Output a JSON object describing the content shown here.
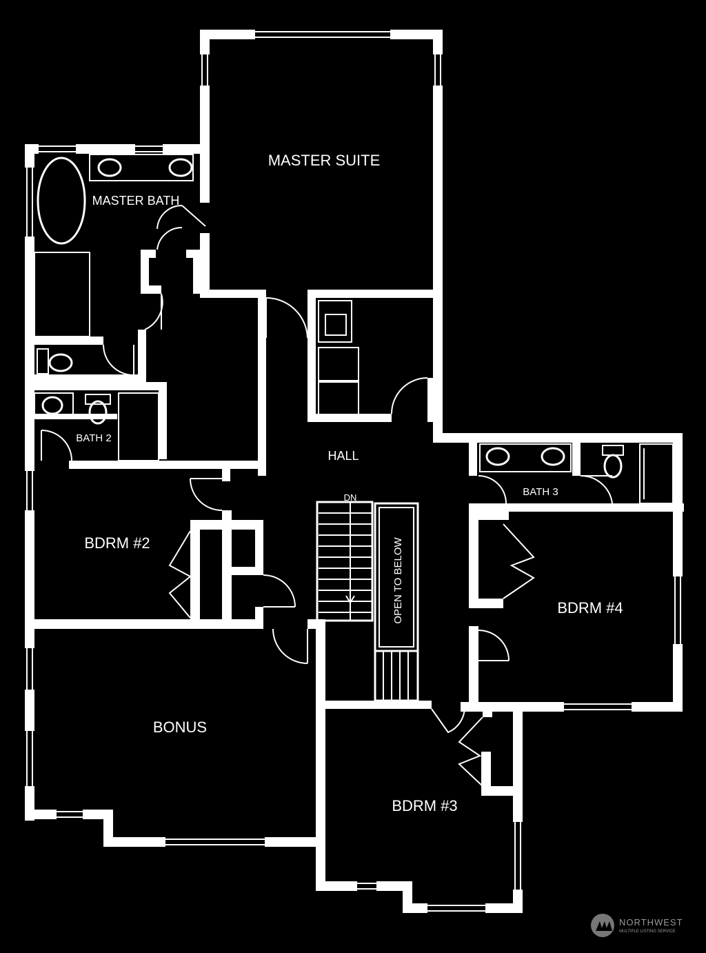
{
  "rooms": {
    "master_suite": "MASTER SUITE",
    "master_bath": "MASTER BATH",
    "bath_2": "BATH 2",
    "hall": "HALL",
    "stair_dn": "DN",
    "open_to_below": "OPEN TO BELOW",
    "bath_3": "BATH 3",
    "bdrm_2": "BDRM #2",
    "bdrm_4": "BDRM #4",
    "bonus": "BONUS",
    "bdrm_3": "BDRM #3"
  },
  "watermark": {
    "name": "NORTHWEST",
    "tagline": "MULTIPLE LISTING SERVICE",
    "icon": "nwmls-logo-icon"
  },
  "colors": {
    "background": "#000000",
    "lines": "#ffffff"
  }
}
